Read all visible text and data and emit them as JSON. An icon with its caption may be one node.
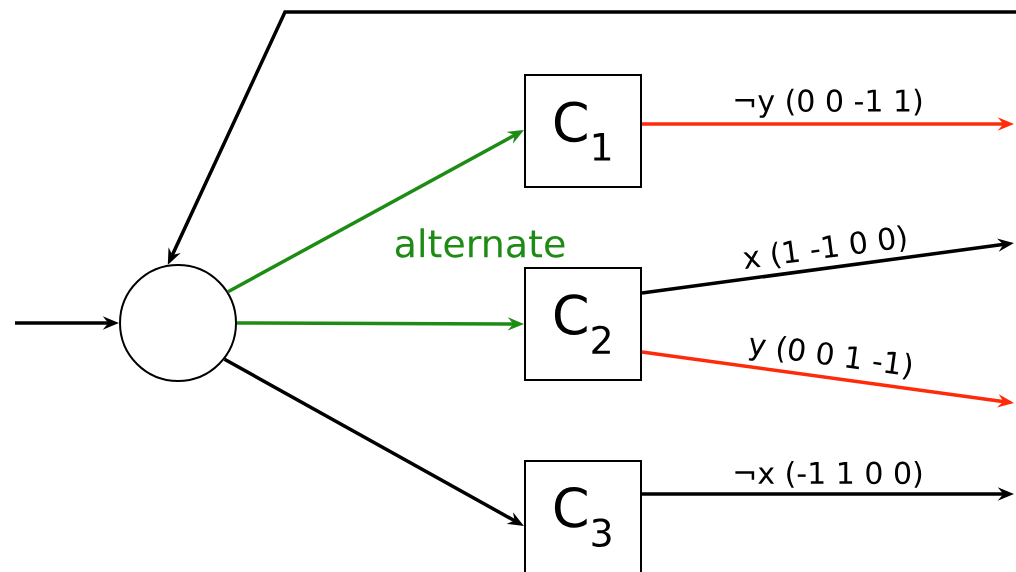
{
  "diagram": {
    "nodes": [
      {
        "text": [],
        "shape": "circle"
      },
      {
        "text": [
          "C$_{1}$"
        ]
      },
      {
        "text": [
          "C$_{2}$"
        ]
      },
      {
        "text": [
          "C$_{3}$"
        ]
      }
    ],
    "edges": [
      {
        "from": null,
        "to": 0,
        "arrow": "to"
      },
      {
        "from": 0,
        "to": 1,
        "arrow": "to",
        "color": "#1e8c14"
      },
      {
        "from": 0,
        "to": 2,
        "arrow": "to",
        "color": "#1e8c14"
      },
      {
        "from": 0,
        "to": 3,
        "arrow": "to"
      },
      {
        "from": 1,
        "to": null,
        "arrow": "to",
        "label": "¬y (0 0 -1 1)",
        "color": "#ff2a0a"
      },
      {
        "from": 2,
        "to": null,
        "arrow": "to",
        "label": "x (1 -1 0 0)"
      },
      {
        "from": 2,
        "to": null,
        "arrow": "to",
        "label": "y (0 0 1 -1)",
        "color": "#ff2a0a"
      },
      {
        "from": 3,
        "to": null,
        "arrow": "to",
        "label": "¬x (-1 1 0 0)"
      },
      {
        "from": null,
        "to": 0,
        "arrow": "to"
      }
    ],
    "labels": [
      "alternate"
    ]
  }
}
